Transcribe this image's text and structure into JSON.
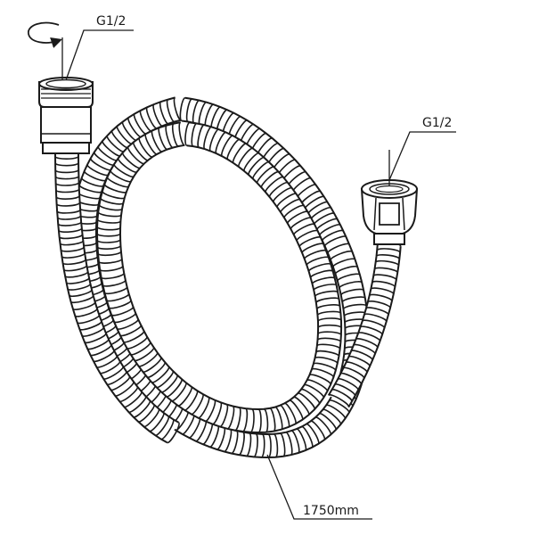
{
  "diagram": {
    "label_top_left": "G1/2",
    "label_right": "G1/2",
    "label_length": "1750mm",
    "icons": {
      "rotation": "rotate-arrow-icon",
      "left_fitting": "threaded-fitting-icon",
      "right_fitting": "hex-nut-fitting-icon",
      "hose": "braided-hose-icon"
    },
    "colors": {
      "line": "#1a1a1a",
      "background": "#ffffff"
    }
  }
}
